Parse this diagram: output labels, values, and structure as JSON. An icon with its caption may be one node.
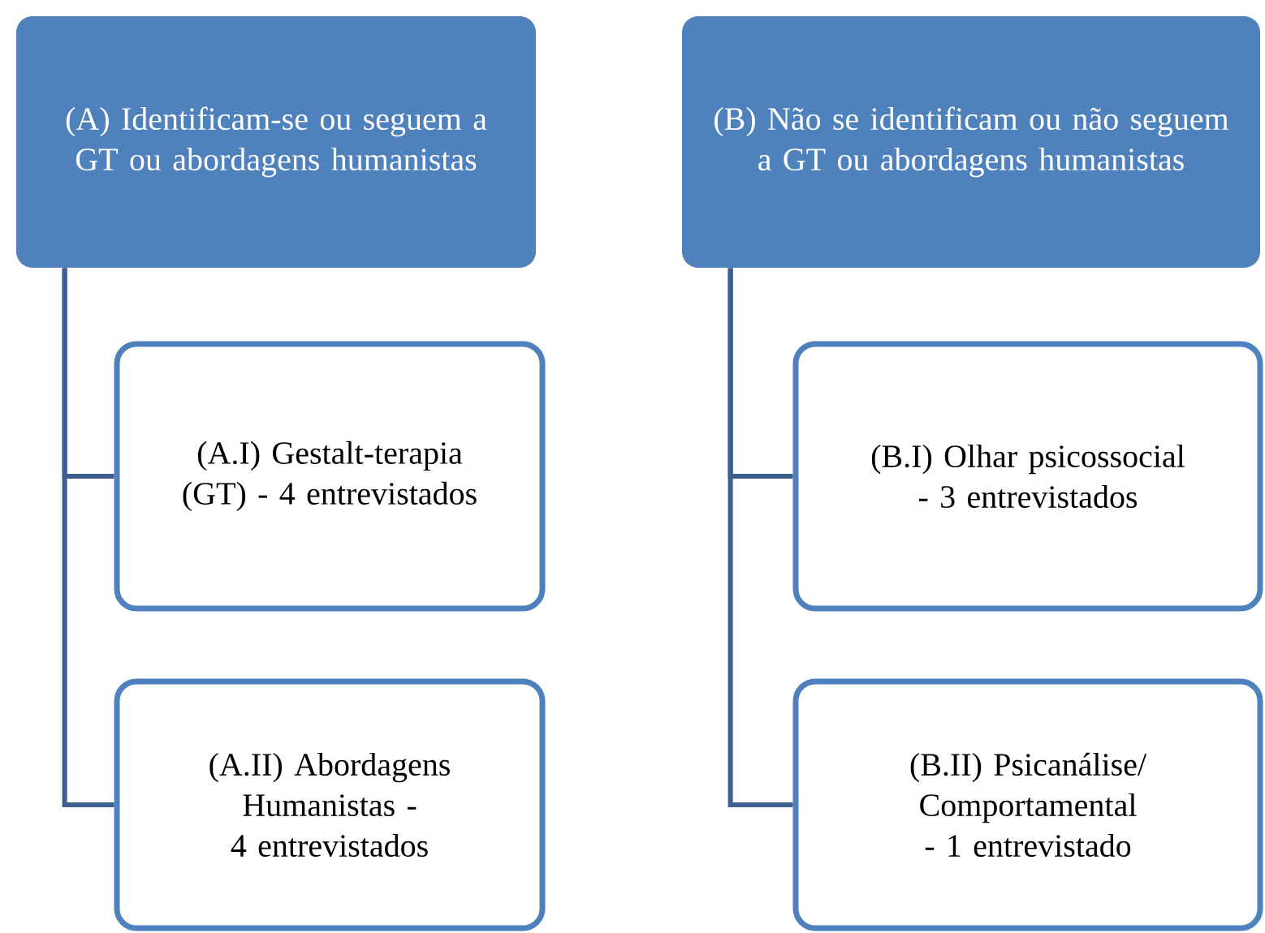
{
  "diagram": {
    "nodes": [
      {
        "text": [
          "(A) Identificam-se ou seguem a GT ou abordagens humanistas"
        ]
      },
      {
        "text": [
          "(A.I) Gestalt-terapia (GT) - 4 entrevistados"
        ]
      },
      {
        "text": [
          "(A.II) Abordagens Humanistas - 4 entrevistados"
        ]
      },
      {
        "text": [
          "(B) Não se identificam ou não seguem a GT ou abordagens humanistas"
        ]
      },
      {
        "text": [
          "(B.I) Olhar psicossocial - 3 entrevistados"
        ]
      },
      {
        "text": [
          "(B.II) Psicanálise/ Comportamental - 1 entrevistado"
        ]
      }
    ],
    "edges": [
      {
        "from": 0,
        "to": 1,
        "arrow": "none"
      },
      {
        "from": 0,
        "to": 2,
        "arrow": "none"
      },
      {
        "from": 3,
        "to": 4,
        "arrow": "none"
      },
      {
        "from": 3,
        "to": 5,
        "arrow": "none"
      }
    ]
  }
}
